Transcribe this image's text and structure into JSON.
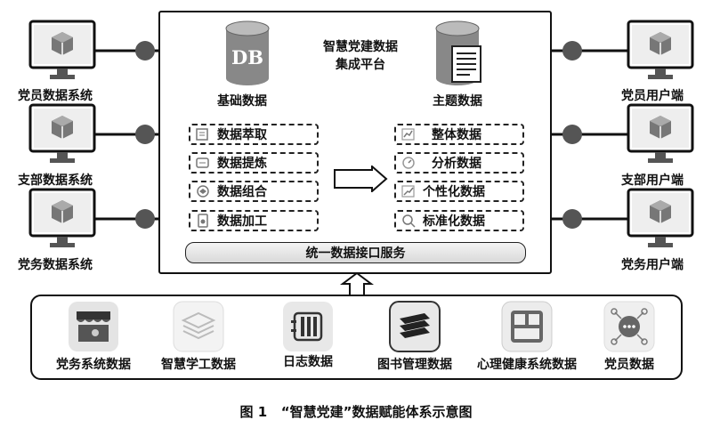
{
  "platform": {
    "title": "智慧党建数据集成平台",
    "title_line1": "智慧党建数据",
    "title_line2": "集成平台",
    "db_text": "DB",
    "basic_data_label": "基础数据",
    "theme_data_label": "主题数据",
    "processes": [
      "数据萃取",
      "数据提炼",
      "数据组合",
      "数据加工"
    ],
    "outputs": [
      "整体数据",
      "分析数据",
      "个性化数据",
      "标准化数据"
    ],
    "api_service": "统一数据接口服务"
  },
  "left_systems": [
    "党员数据系统",
    "支部数据系统",
    "党务数据系统"
  ],
  "right_clients": [
    "党员用户端",
    "支部用户端",
    "党务用户端"
  ],
  "bottom_sources": [
    "党务系统数据",
    "智慧学工数据",
    "日志数据",
    "图书管理数据",
    "心理健康系统数据",
    "党员数据"
  ],
  "caption": "图 1   “智慧党建”数据赋能体系示意图",
  "colors": {
    "line": "#111111",
    "icon_gray": "#7a7a7a",
    "cube_fill": "#666666"
  }
}
